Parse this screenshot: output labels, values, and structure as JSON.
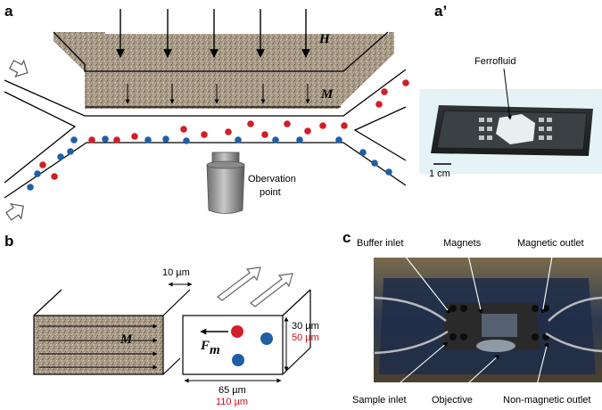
{
  "panels": {
    "a": "a",
    "a_prime": "a’",
    "b": "b",
    "c": "c"
  },
  "panel_a": {
    "field_label": "H",
    "magnetization_label": "M",
    "observation_label_line1": "Obervation",
    "observation_label_line2": "point"
  },
  "panel_a_prime": {
    "ferrofluid_label": "Ferrofluid",
    "scale_label": "1 cm"
  },
  "panel_b": {
    "magnetization_label": "M",
    "force_label": "F",
    "force_subscript": "m",
    "gap_label": "10 µm",
    "height_label": "30 µm",
    "height_label_alt": "50 µm",
    "width_label": "65 µm",
    "width_label_alt": "110 µm"
  },
  "panel_c": {
    "buffer_inlet": "Buffer inlet",
    "magnets": "Magnets",
    "magnetic_outlet": "Magnetic outlet",
    "sample_inlet": "Sample inlet",
    "objective": "Objective",
    "non_magnetic_outlet": "Non-magnetic outlet"
  },
  "colors": {
    "red_particle": "#d21e26",
    "blue_particle": "#1f5fa6",
    "ferrofluid": "#a89b88",
    "outline": "#000000",
    "accent_red_text": "#d0101a"
  }
}
